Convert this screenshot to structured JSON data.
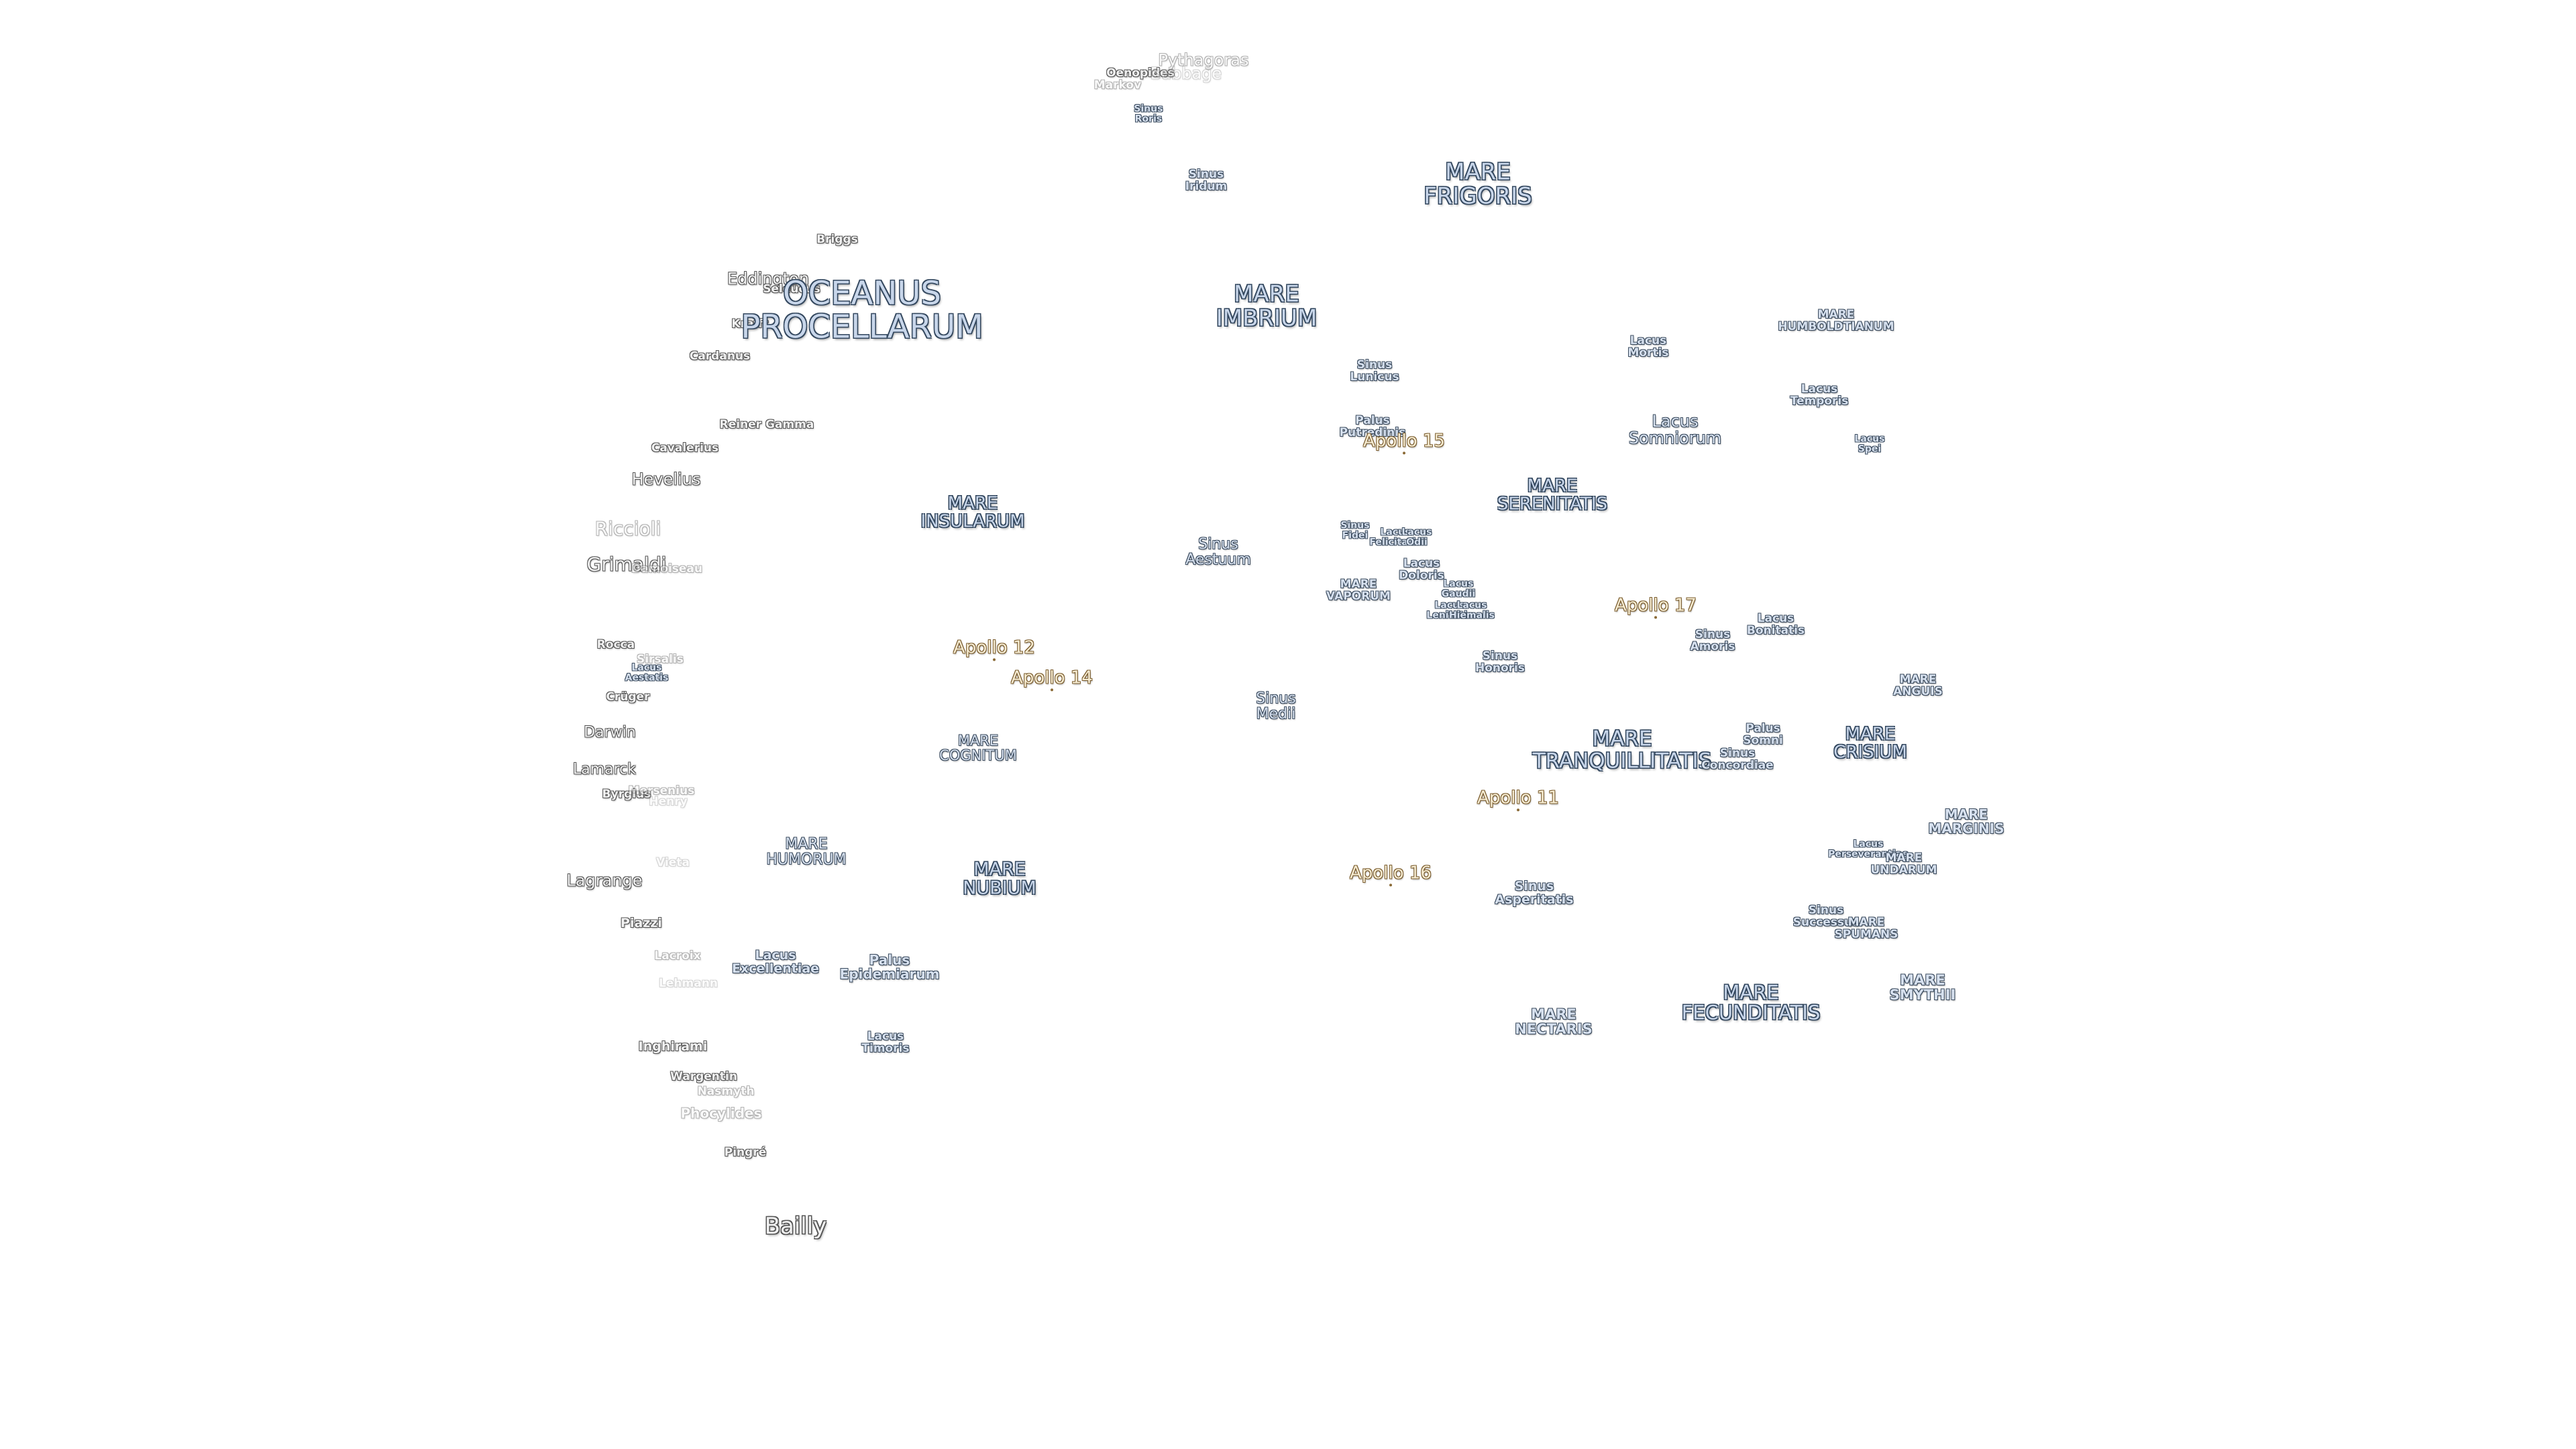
{
  "labels": {
    "pythagoras": "Pythagoras",
    "oenopides": "Oenopides",
    "babbage": "Babbage",
    "markov": "Markov",
    "sinus_roris": [
      "Sinus",
      "Roris"
    ],
    "sinus_iridum": [
      "Sinus",
      "Iridum"
    ],
    "mare_frigoris": [
      "MARE",
      "FRIGORIS"
    ],
    "briggs": "Briggs",
    "eddington": "Eddington",
    "seleucus": "Seleucus",
    "krafft": "Krafft",
    "oceanus_procellarum": [
      "OCEANUS",
      "PROCELLARUM"
    ],
    "mare_imbrium": [
      "MARE",
      "IMBRIUM"
    ],
    "cardanus": "Cardanus",
    "lacus_mortis": [
      "Lacus",
      "Mortis"
    ],
    "mare_humboldtianum": [
      "MARE",
      "HUMBOLDTIANUM"
    ],
    "sinus_lunicus": [
      "Sinus",
      "Lunicus"
    ],
    "lacus_temporis": [
      "Lacus",
      "Temporis"
    ],
    "reiner_gamma": "Reiner Gamma",
    "palus_putredinis": [
      "Palus",
      "Putredinis"
    ],
    "apollo_15": "Apollo 15",
    "lacus_somniorum": [
      "Lacus",
      "Somniorum"
    ],
    "lacus_spei": [
      "Lacus",
      "Spei"
    ],
    "cavalerius": "Cavalerius",
    "hevelius": "Hevelius",
    "mare_serenitatis": [
      "MARE",
      "SERENITATIS"
    ],
    "mare_insularum": [
      "MARE",
      "INSULARUM"
    ],
    "riccioli": "Riccioli",
    "sinus_fidei": [
      "Sinus",
      "Fidei"
    ],
    "lacus_felicitatis": [
      "Lacus",
      "Felicitatis"
    ],
    "lacus_odii": [
      "Lacus",
      "Odii"
    ],
    "sinus_aestuum": [
      "Sinus",
      "Aestuum"
    ],
    "grimaldi": "Grimaldi",
    "damoiseau": "Damoiseau",
    "lacus_doloris": [
      "Lacus",
      "Doloris"
    ],
    "lacus_gaudii": [
      "Lacus",
      "Gaudii"
    ],
    "mare_vaporum": [
      "MARE",
      "VAPORUM"
    ],
    "lacus_lenitatis": [
      "Lacus",
      "Lenitatis"
    ],
    "lacus_hiemalis": [
      "Lacus",
      "Hiemalis"
    ],
    "apollo_17": "Apollo 17",
    "lacus_bonitatis": [
      "Lacus",
      "Bonitatis"
    ],
    "sinus_amoris": [
      "Sinus",
      "Amoris"
    ],
    "rocca": "Rocca",
    "apollo_12": "Apollo 12",
    "sirsalis": "Sirsalis",
    "lacus_aestatis": [
      "Lacus",
      "Aestatis"
    ],
    "apollo_14": "Apollo 14",
    "sinus_honoris": [
      "Sinus",
      "Honoris"
    ],
    "mare_anguis": [
      "MARE",
      "ANGUIS"
    ],
    "cruger": "Crüger",
    "sinus_medii": [
      "Sinus",
      "Medii"
    ],
    "darwin": "Darwin",
    "mare_cognitum": [
      "MARE",
      "COGNITUM"
    ],
    "mare_tranquillitatis": [
      "MARE",
      "TRANQUILLITATIS"
    ],
    "palus_somni": [
      "Palus",
      "Somni"
    ],
    "mare_crisium": [
      "MARE",
      "CRISIUM"
    ],
    "sinus_concordiae": [
      "Sinus",
      "Concordiae"
    ],
    "lamarck": "Lamarck",
    "byrgius": "Byrgius",
    "mersenius": "Mersenius",
    "henry": "Henry",
    "apollo_11": "Apollo 11",
    "mare_marginis": [
      "MARE",
      "MARGINIS"
    ],
    "mare_humorum": [
      "MARE",
      "HUMORUM"
    ],
    "lacus_perseverantiae": [
      "Lacus",
      "Perseverantiae"
    ],
    "mare_undarum": [
      "MARE",
      "UNDARUM"
    ],
    "vieta": "Vieta",
    "mare_nubium": [
      "MARE",
      "NUBIUM"
    ],
    "apollo_16": "Apollo 16",
    "lagrange": "Lagrange",
    "sinus_asperitatis": [
      "Sinus",
      "Asperitatis"
    ],
    "sinus_successus": [
      "Sinus",
      "Successus"
    ],
    "mare_spumans": [
      "MARE",
      "SPUMANS"
    ],
    "piazzi": "Piazzi",
    "lacroix": "Lacroix",
    "lacus_excellentiae": [
      "Lacus",
      "Excellentiae"
    ],
    "palus_epidemiarum": [
      "Palus",
      "Epidemiarum"
    ],
    "lehmann": "Lehmann",
    "mare_smythii": [
      "MARE",
      "SMYTHII"
    ],
    "mare_fecunditatis": [
      "MARE",
      "FECUNDITATIS"
    ],
    "mare_nectaris": [
      "MARE",
      "NECTARIS"
    ],
    "lacus_timoris": [
      "Lacus",
      "Timoris"
    ],
    "inghirami": "Inghirami",
    "wargentin": "Wargentin",
    "nasmyth": "Nasmyth",
    "phocylides": "Phocylides",
    "pingre": "Pingré",
    "bailly": "Bailly"
  }
}
